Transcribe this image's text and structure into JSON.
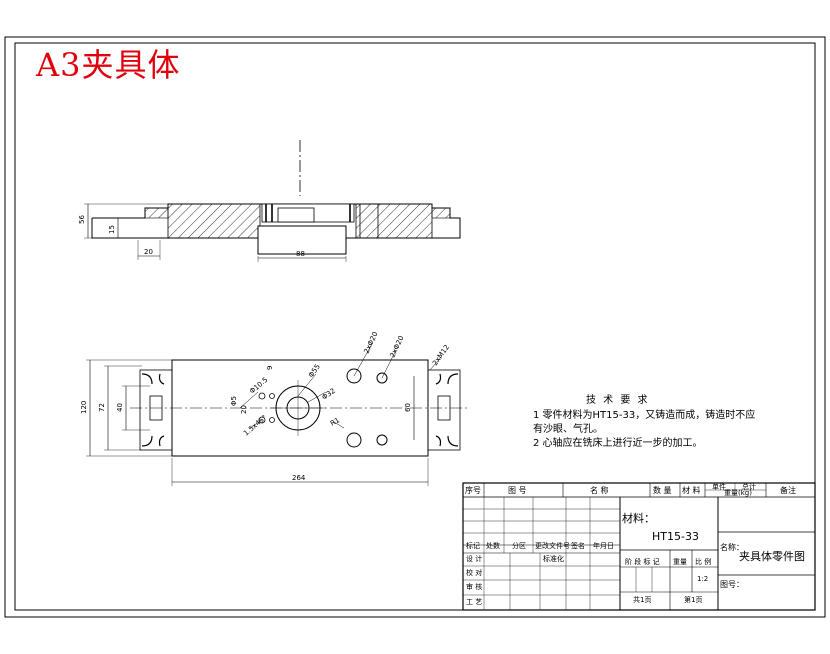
{
  "title": "A3夹具体",
  "tech_req": {
    "heading": "技 术 要 求",
    "line1": "1 零件材料为HT15-33，又铸造而成，铸造时不应",
    "line2": "有沙眼、气孔。",
    "line3": "2 心轴应在铣床上进行近一步的加工。"
  },
  "dims": {
    "front_height": "56",
    "front_step": "15",
    "front_flange": "20",
    "front_boss": "88",
    "top_overall_h": "120",
    "top_mid_h": "72",
    "top_slot_h": "40",
    "top_length": "264",
    "top_right_h": "60",
    "hole_a": "2xΦ20",
    "hole_b": "2xΦ20",
    "hole_c": "2xM12",
    "center_d": "Φ55",
    "center_d2": "Φ32",
    "dim_small1": "Φ5",
    "dim_small2": "Φ10.5",
    "dim_small3": "20",
    "dim_small4": "9",
    "dim_small5": "1.5x45°",
    "dim_small6": "R1"
  },
  "title_block": {
    "h_seq": "序号",
    "h_drawing_no": "图 号",
    "h_name": "名 称",
    "h_qty": "数 量",
    "h_material": "材 料",
    "h_single": "单件",
    "h_total": "总计",
    "h_weight": "重量(kg)",
    "h_remark": "备注",
    "material_label": "材料：",
    "material_value": "HT15-33",
    "name_label": "名称：",
    "name_value": "夹具体零件图",
    "drawing_no_label": "图号：",
    "mark": "标记",
    "count": "处数",
    "zone": "分区",
    "change_doc": "更改文件号",
    "sign": "签名",
    "date": "年月日",
    "design": "设 计",
    "standardize": "标准化",
    "check": "校 对",
    "review": "审 核",
    "process": "工 艺",
    "stage_mark": "阶 段 标 记",
    "weight": "重量",
    "scale": "比 例",
    "scale_value": "1:2",
    "sheets_total": "共1页",
    "sheet_no": "第1页"
  }
}
